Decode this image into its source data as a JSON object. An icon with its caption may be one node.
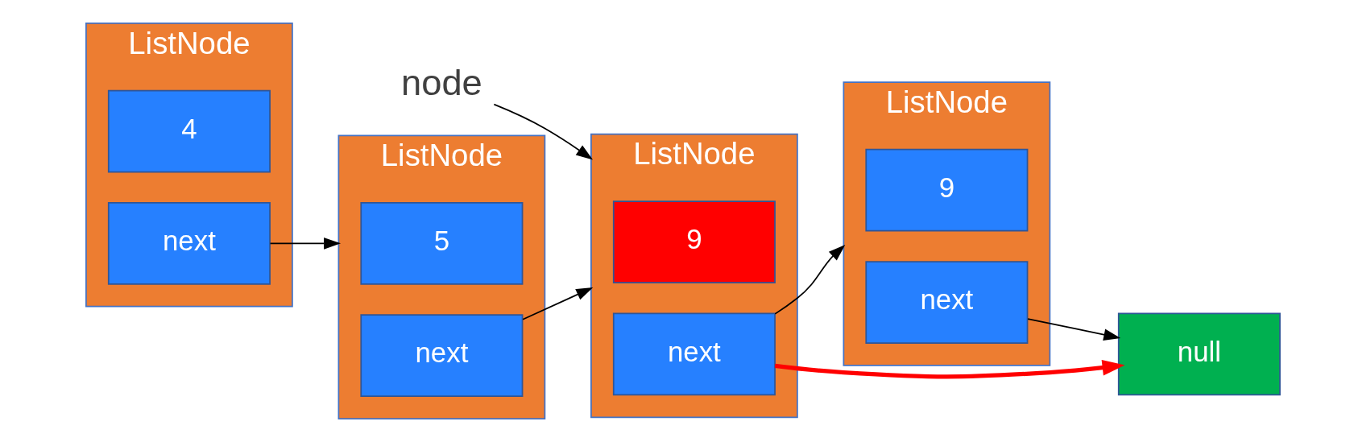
{
  "diagram": {
    "nodes": [
      {
        "text": [
          "node"
        ]
      },
      {
        "text": [
          "ListNode"
        ]
      },
      {
        "text": [
          "4"
        ],
        "in": 1
      },
      {
        "text": [
          "next"
        ],
        "in": 1
      },
      {
        "text": [
          "ListNode"
        ]
      },
      {
        "text": [
          "5"
        ],
        "in": 4
      },
      {
        "text": [
          "next"
        ],
        "in": 4
      },
      {
        "text": [
          "ListNode"
        ]
      },
      {
        "text": [
          "9"
        ],
        "in": 7
      },
      {
        "text": [
          "next"
        ],
        "in": 7
      },
      {
        "text": [
          "ListNode"
        ]
      },
      {
        "text": [
          "9"
        ],
        "in": 10
      },
      {
        "text": [
          "next"
        ],
        "in": 10
      },
      {
        "text": [
          "null"
        ]
      }
    ],
    "edges": [
      {
        "from": 0,
        "to": 7,
        "arrow": "to"
      },
      {
        "from": 3,
        "to": 4,
        "arrow": "to"
      },
      {
        "from": 6,
        "to": 7,
        "arrow": "to"
      },
      {
        "from": 9,
        "to": 10,
        "arrow": "to"
      },
      {
        "from": 12,
        "to": 13,
        "arrow": "to"
      },
      {
        "from": 9,
        "to": 13,
        "arrow": "to",
        "style": "thick",
        "color": "#ff0000"
      }
    ]
  }
}
